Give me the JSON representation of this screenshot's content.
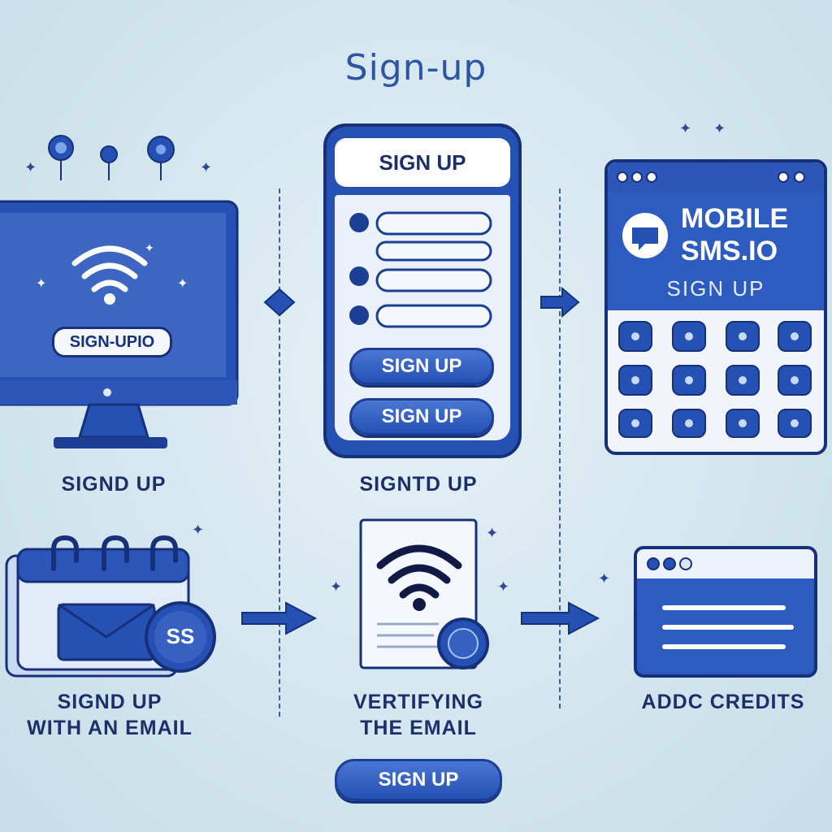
{
  "title": "Sign-up",
  "monitor": {
    "screen_badge": "SIGN-UPIO",
    "caption": "SIGND UP"
  },
  "phone": {
    "header": "SIGN UP",
    "button1": "SIGN UP",
    "button2": "SIGN UP",
    "caption": "SIGNTD UP"
  },
  "browser": {
    "brand_line1": "MOBILE",
    "brand_line2": "SMS.IO",
    "subtitle": "SIGN UP",
    "caption_hidden": ""
  },
  "calendar": {
    "badge": "SS",
    "caption_line1": "SIGND UP",
    "caption_line2": "WITH AN EMAIL"
  },
  "verify": {
    "caption_line1": "VERTIFYING",
    "caption_line2": "THE EMAIL"
  },
  "credits": {
    "caption": "ADDC CREDITS"
  },
  "bottom_button": "SIGN UP",
  "colors": {
    "primary": "#2451b3",
    "dark": "#1c3f94",
    "background": "#d4e6ef"
  },
  "icons": [
    "wifi-icon",
    "envelope-icon",
    "calendar-icon",
    "arrow-right-icon",
    "pin-icon",
    "sparkle-icon",
    "chat-icon"
  ]
}
